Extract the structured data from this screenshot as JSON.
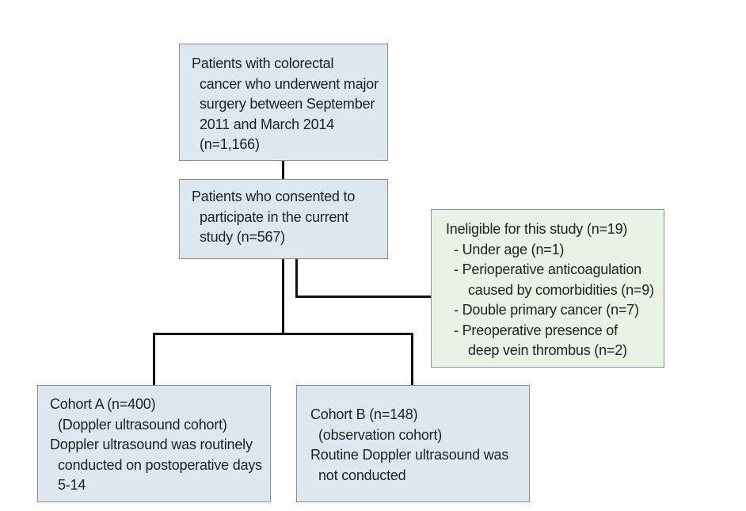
{
  "boxes": {
    "patients_total": {
      "lines": [
        "Patients with colorectal",
        "cancer who underwent major",
        "surgery between September",
        "2011 and March 2014",
        "(n=1,166)"
      ]
    },
    "consented": {
      "lines": [
        "Patients who consented to",
        "participate in the current",
        "study (n=567)"
      ]
    },
    "ineligible": {
      "lines": [
        "Ineligible for this study (n=19)",
        "- Under age (n=1)",
        "- Perioperative anticoagulation",
        "caused by comorbidities (n=9)",
        "- Double primary cancer (n=7)",
        "- Preoperative presence of",
        "deep vein thrombus (n=2)"
      ]
    },
    "cohort_a": {
      "lines": [
        "Cohort A (n=400)",
        "(Doppler ultrasound cohort)",
        "Doppler ultrasound was routinely",
        "conducted on postoperative days",
        "5-14"
      ]
    },
    "cohort_b": {
      "lines": [
        "Cohort B (n=148)",
        "(observation cohort)",
        "Routine Doppler ultrasound was",
        "not conducted"
      ]
    }
  },
  "colors": {
    "blue_box_fill": "#dce7f0",
    "green_box_fill": "#eaf1e6",
    "box_border": "#8a8f93",
    "connector": "#111111",
    "text": "#222222"
  }
}
